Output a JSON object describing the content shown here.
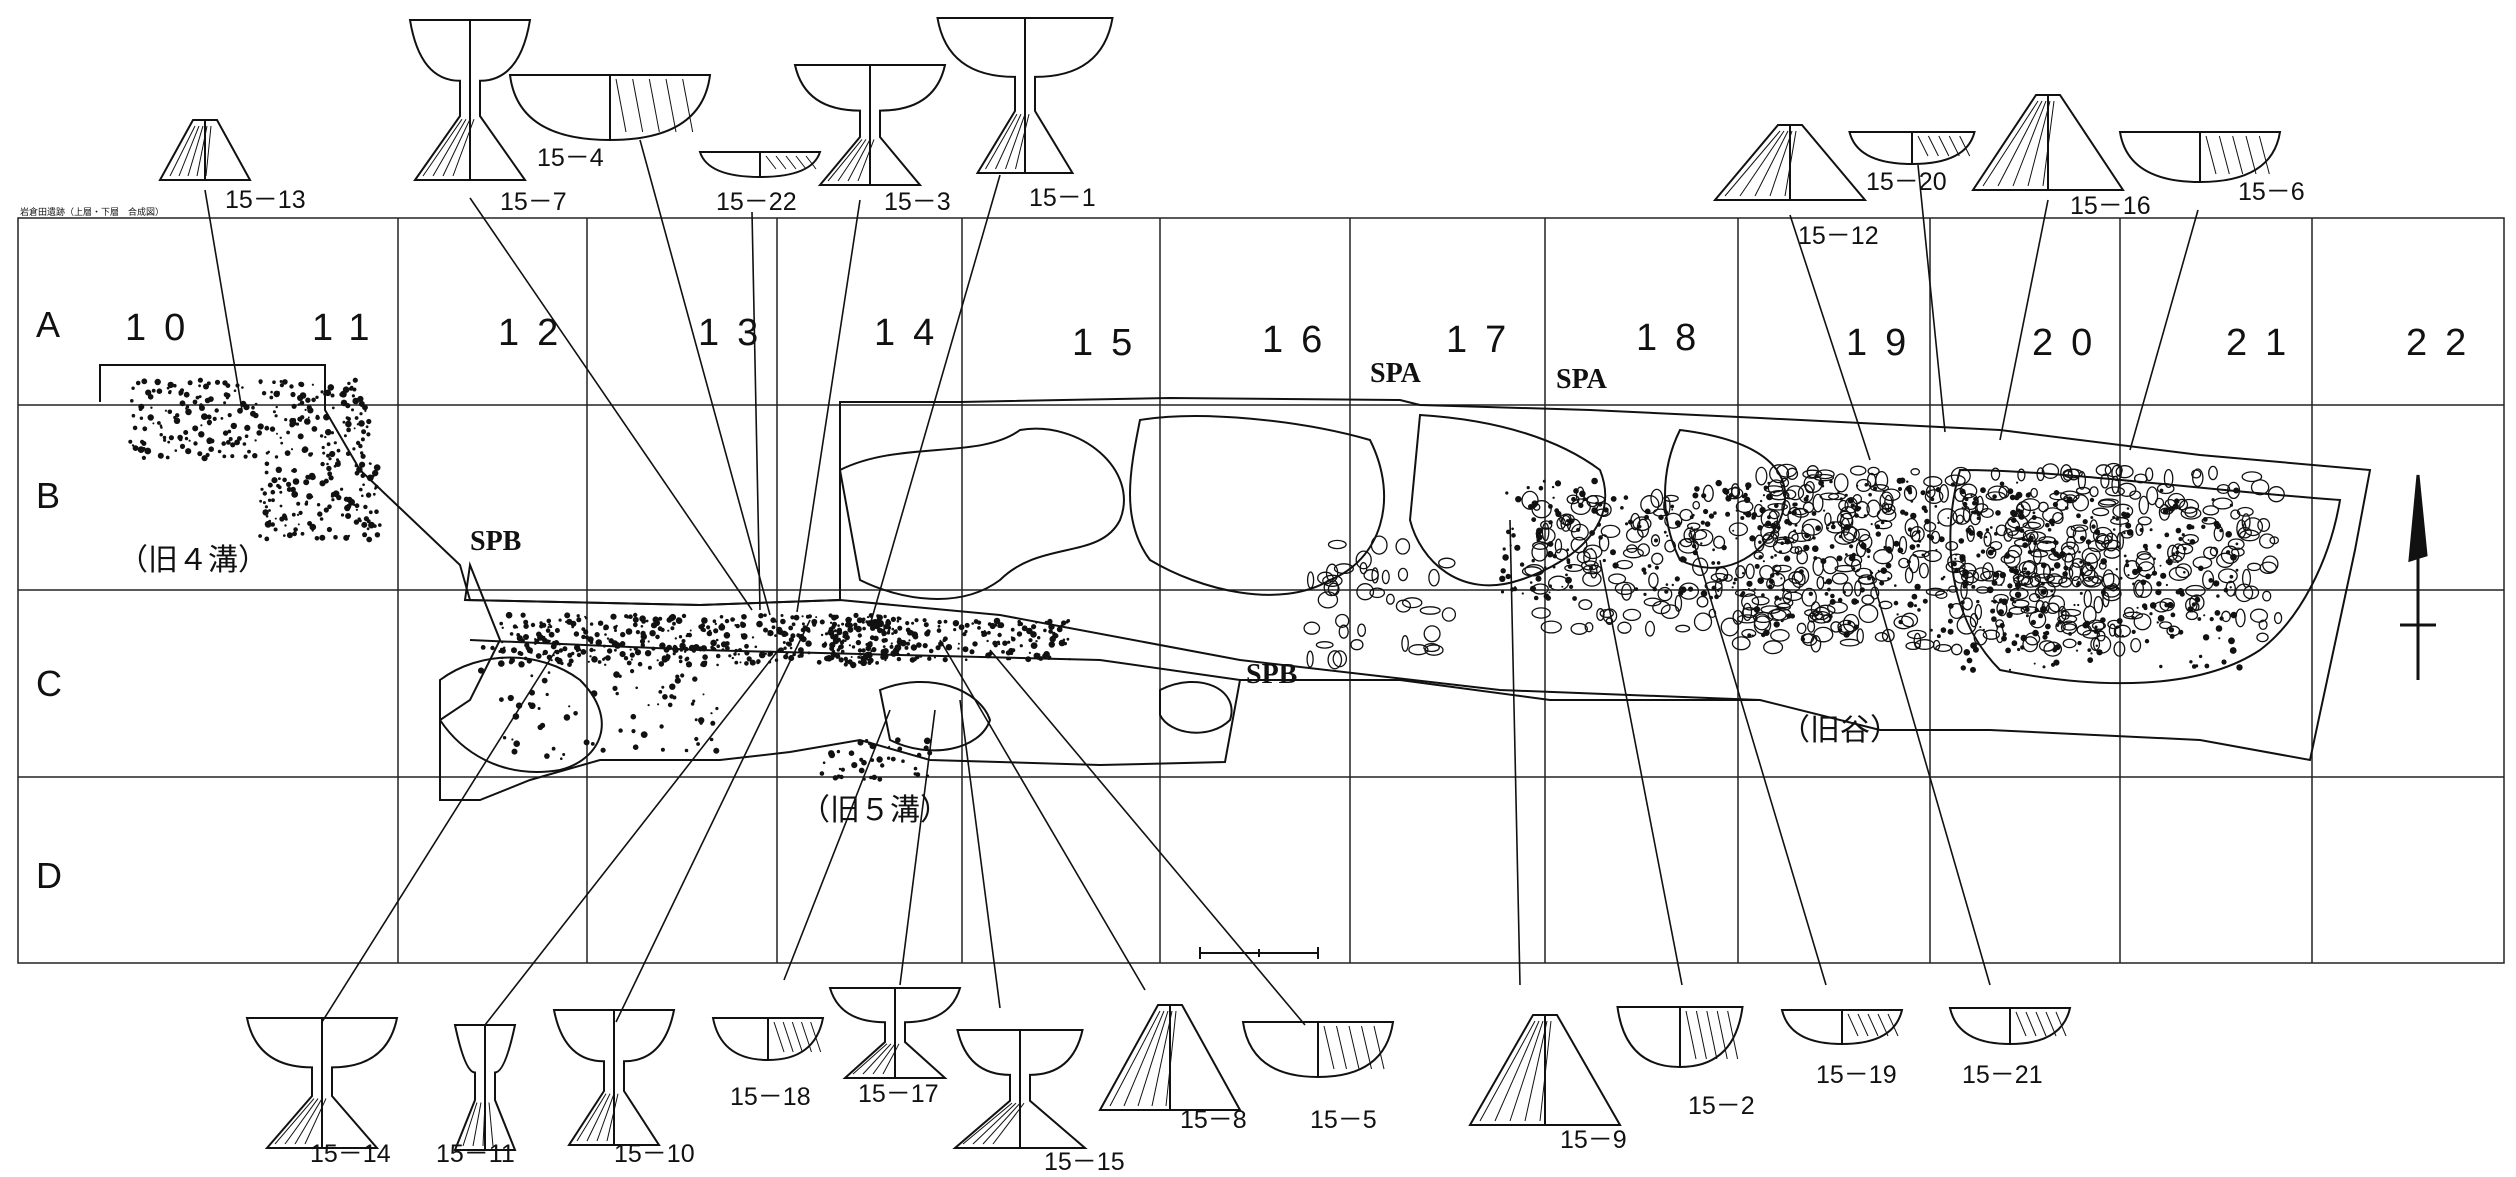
{
  "header_note": "岩倉田遺跡（上層・下層　合成図）",
  "grid": {
    "columns": [
      "10",
      "11",
      "12",
      "13",
      "14",
      "15",
      "16",
      "17",
      "18",
      "19",
      "20",
      "21",
      "22"
    ],
    "rows": [
      "A",
      "B",
      "C",
      "D"
    ]
  },
  "features": {
    "spa_1": "SPA",
    "spa_2": "SPA",
    "spb_1": "SPB",
    "spb_2": "SPB",
    "ditch4": "（旧４溝）",
    "ditch5": "（旧５溝）",
    "valley": "（旧谷）"
  },
  "artifacts": [
    "15－13",
    "15－7",
    "15－4",
    "15－22",
    "15－3",
    "15－1",
    "15－12",
    "15－20",
    "15－16",
    "15－6",
    "15－14",
    "15－11",
    "15－10",
    "15－18",
    "15－17",
    "15－15",
    "15－8",
    "15－5",
    "15－9",
    "15－2",
    "15－19",
    "15－21"
  ]
}
